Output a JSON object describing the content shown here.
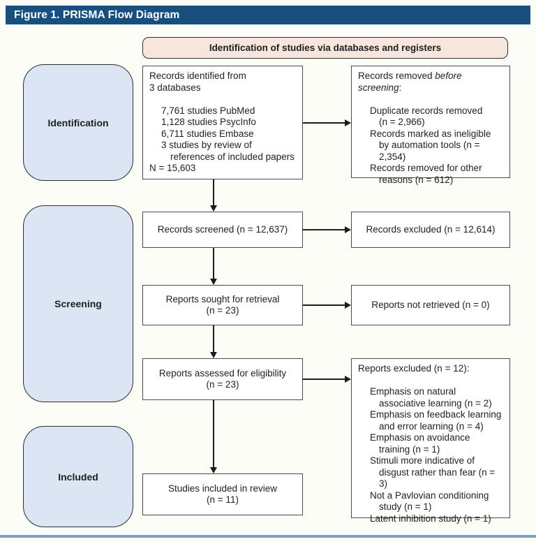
{
  "page": {
    "title": "Figure 1. PRISMA Flow Diagram",
    "banner": "Identification of studies via databases and registers"
  },
  "colors": {
    "page_bg": "#fcfdf7",
    "title_bar_bg": "#17507f",
    "title_text": "#ffffff",
    "banner_bg": "#f7e6dd",
    "stage_bg": "#dbe5f3",
    "box_border": "#4a4a4a",
    "text": "#1f1f1f",
    "bottom_rule": "#7fa0bc"
  },
  "stages": [
    {
      "label": "Identification"
    },
    {
      "label": "Screening"
    },
    {
      "label": "Included"
    }
  ],
  "boxes": {
    "identified": {
      "lines": [
        "Records identified from",
        "3 databases",
        "7,761 studies PubMed",
        "1,128 studies PsycInfo",
        "6,711 studies Embase",
        "3 studies by review of",
        "references of included papers",
        "N = 15,603"
      ]
    },
    "removed": {
      "title_normal_1": "Records removed ",
      "title_italic_1": "before",
      "title_italic_2": "screening",
      "title_normal_2": ":",
      "lines": [
        "Duplicate records removed",
        "(n = 2,966)",
        "Records marked as ineligible",
        "by automation tools (n = 2,354)",
        "Records removed for other",
        "reasons (n = 612)"
      ]
    },
    "screened": {
      "label": "Records screened (n = 12,637)"
    },
    "excluded": {
      "label": "Records excluded (n = 12,614)"
    },
    "sought": {
      "line1": "Reports sought for retrieval",
      "line2": "(n = 23)"
    },
    "not_retrieved": {
      "label": "Reports not retrieved (n = 0)"
    },
    "assessed": {
      "line1": "Reports assessed for eligibility",
      "line2": "(n = 23)"
    },
    "reports_excluded": {
      "title": "Reports excluded (n = 12):",
      "lines": [
        "Emphasis on natural",
        "associative learning (n = 2)",
        "Emphasis on feedback learning",
        "and error learning (n = 4)",
        "Emphasis on avoidance",
        "training (n = 1)",
        "Stimuli more indicative of",
        "disgust rather than fear (n = 3)",
        "Not a Pavlovian conditioning",
        "study (n = 1)",
        "Latent inhibition study (n = 1)"
      ]
    },
    "included": {
      "line1": "Studies included in review",
      "line2": "(n = 11)"
    }
  }
}
